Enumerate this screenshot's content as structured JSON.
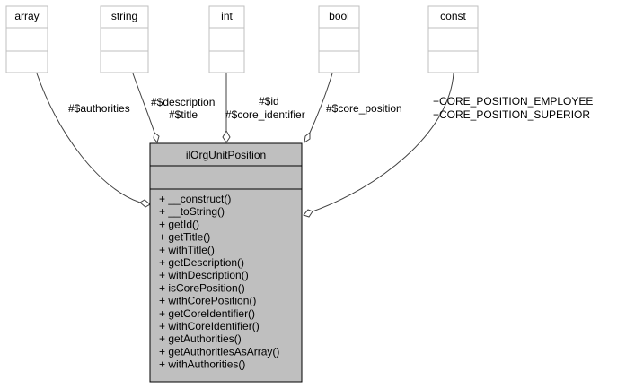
{
  "colors": {
    "type_box_border": "#bfbfbf",
    "main_box_fill": "#bfbfbf",
    "main_box_border": "#000000",
    "edge": "#404040"
  },
  "types": [
    {
      "name": "array"
    },
    {
      "name": "string"
    },
    {
      "name": "int"
    },
    {
      "name": "bool"
    },
    {
      "name": "const"
    }
  ],
  "edges": [
    {
      "labels": [
        "#$authorities"
      ]
    },
    {
      "labels": [
        "#$description",
        "#$title"
      ]
    },
    {
      "labels": [
        "#$id",
        "#$core_identifier"
      ]
    },
    {
      "labels": [
        "#$core_position"
      ]
    },
    {
      "labels": [
        "+CORE_POSITION_EMPLOYEE",
        "+CORE_POSITION_SUPERIOR"
      ]
    }
  ],
  "class": {
    "name": "ilOrgUnitPosition",
    "methods": [
      "+ __construct()",
      "+ __toString()",
      "+ getId()",
      "+ getTitle()",
      "+ withTitle()",
      "+ getDescription()",
      "+ withDescription()",
      "+ isCorePosition()",
      "+ withCorePosition()",
      "+ getCoreIdentifier()",
      "+ withCoreIdentifier()",
      "+ getAuthorities()",
      "+ getAuthoritiesAsArray()",
      "+ withAuthorities()"
    ]
  }
}
